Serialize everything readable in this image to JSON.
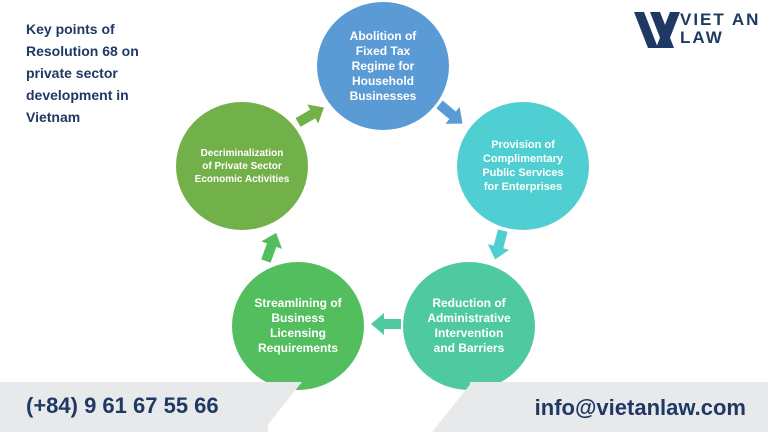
{
  "title": "Key points of\nResolution 68 on\nprivate sector\ndevelopment in\nVietnam",
  "logo": {
    "line1": "VIET AN",
    "line2": "LAW",
    "icon": "vietan-logo-icon"
  },
  "colors": {
    "navy": "#1f3864",
    "blue": "#5b9bd5",
    "teal": "#4fcfd1",
    "mint": "#4ec9a0",
    "green": "#52be5d",
    "olive": "#72b049"
  },
  "cycle": [
    {
      "label": "Abolition of\nFixed Tax\nRegime for\nHousehold\nBusinesses"
    },
    {
      "label": "Provision of\nComplimentary\nPublic Services\nfor Enterprises"
    },
    {
      "label": "Reduction of\nAdministrative\nIntervention\nand Barriers"
    },
    {
      "label": "Streamlining of\nBusiness\nLicensing\nRequirements"
    },
    {
      "label": "Decriminalization\nof Private Sector\nEconomic Activities"
    }
  ],
  "contact": {
    "phone": "(+84) 9 61 67 55 66",
    "email": "info@vietanlaw.com"
  }
}
